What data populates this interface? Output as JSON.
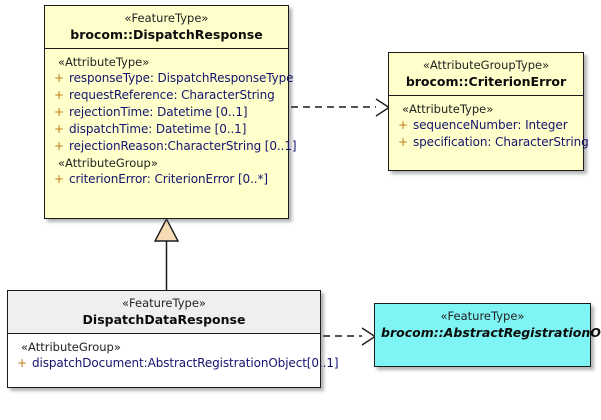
{
  "diagram": {
    "type": "uml-class-diagram",
    "background": "#ffffff",
    "colors": {
      "featuretype_fill": "#ffffcc",
      "attributegrouptype_fill": "#ffffcc",
      "plain_fill": "#ffffff",
      "header_grey_fill": "#efefef",
      "abstract_fill": "#7ff4f4",
      "border": "#1b1b1b",
      "generalization_arrow_fill": "#f5dcb4",
      "attribute_text": "#14146e",
      "visibility_marker": "#c07a16",
      "stereotype_text": "#232323"
    }
  },
  "classes": {
    "dispatch_response": {
      "stereotype": "«FeatureType»",
      "name": "brocom::DispatchResponse",
      "abstract": false,
      "groups": [
        {
          "label": "«AttributeType»",
          "attributes": [
            {
              "visibility": "+",
              "text": "responseType: DispatchResponseType"
            },
            {
              "visibility": "+",
              "text": "requestReference: CharacterString"
            },
            {
              "visibility": "+",
              "text": "rejectionTime: Datetime [0..1]"
            },
            {
              "visibility": "+",
              "text": "dispatchTime: Datetime [0..1]"
            },
            {
              "visibility": "+",
              "text": "rejectionReason:CharacterString [0..1]"
            }
          ]
        },
        {
          "label": "«AttributeGroup»",
          "attributes": [
            {
              "visibility": "+",
              "text": "criterionError: CriterionError [0..*]"
            }
          ]
        }
      ]
    },
    "criterion_error": {
      "stereotype": "«AttributeGroupType»",
      "name": "brocom::CriterionError",
      "abstract": false,
      "groups": [
        {
          "label": "«AttributeType»",
          "attributes": [
            {
              "visibility": "+",
              "text": "sequenceNumber: Integer"
            },
            {
              "visibility": "+",
              "text": "specification: CharacterString"
            }
          ]
        }
      ]
    },
    "dispatch_data_response": {
      "stereotype": "«FeatureType»",
      "name": "DispatchDataResponse",
      "abstract": false,
      "groups": [
        {
          "label": "«AttributeGroup»",
          "attributes": [
            {
              "visibility": "+",
              "text": "dispatchDocument:AbstractRegistrationObject[0..1]"
            }
          ]
        }
      ]
    },
    "abstract_registration_object": {
      "stereotype": "«FeatureType»",
      "name": "brocom::AbstractRegistrationObject",
      "abstract": true,
      "groups": []
    }
  },
  "relationships": [
    {
      "id": "dep-dispatchresponse-criterionerror",
      "kind": "dependency",
      "line": "dashed",
      "arrowhead": "open",
      "source": "dispatch_response",
      "target": "criterion_error"
    },
    {
      "id": "gen-dispatchdataresponse-dispatchresponse",
      "kind": "generalization",
      "line": "solid",
      "arrowhead": "hollow-triangle",
      "source": "dispatch_data_response",
      "target": "dispatch_response"
    },
    {
      "id": "dep-dispatchdataresponse-abstractregistrationobject",
      "kind": "dependency",
      "line": "dashed",
      "arrowhead": "open",
      "source": "dispatch_data_response",
      "target": "abstract_registration_object"
    }
  ]
}
